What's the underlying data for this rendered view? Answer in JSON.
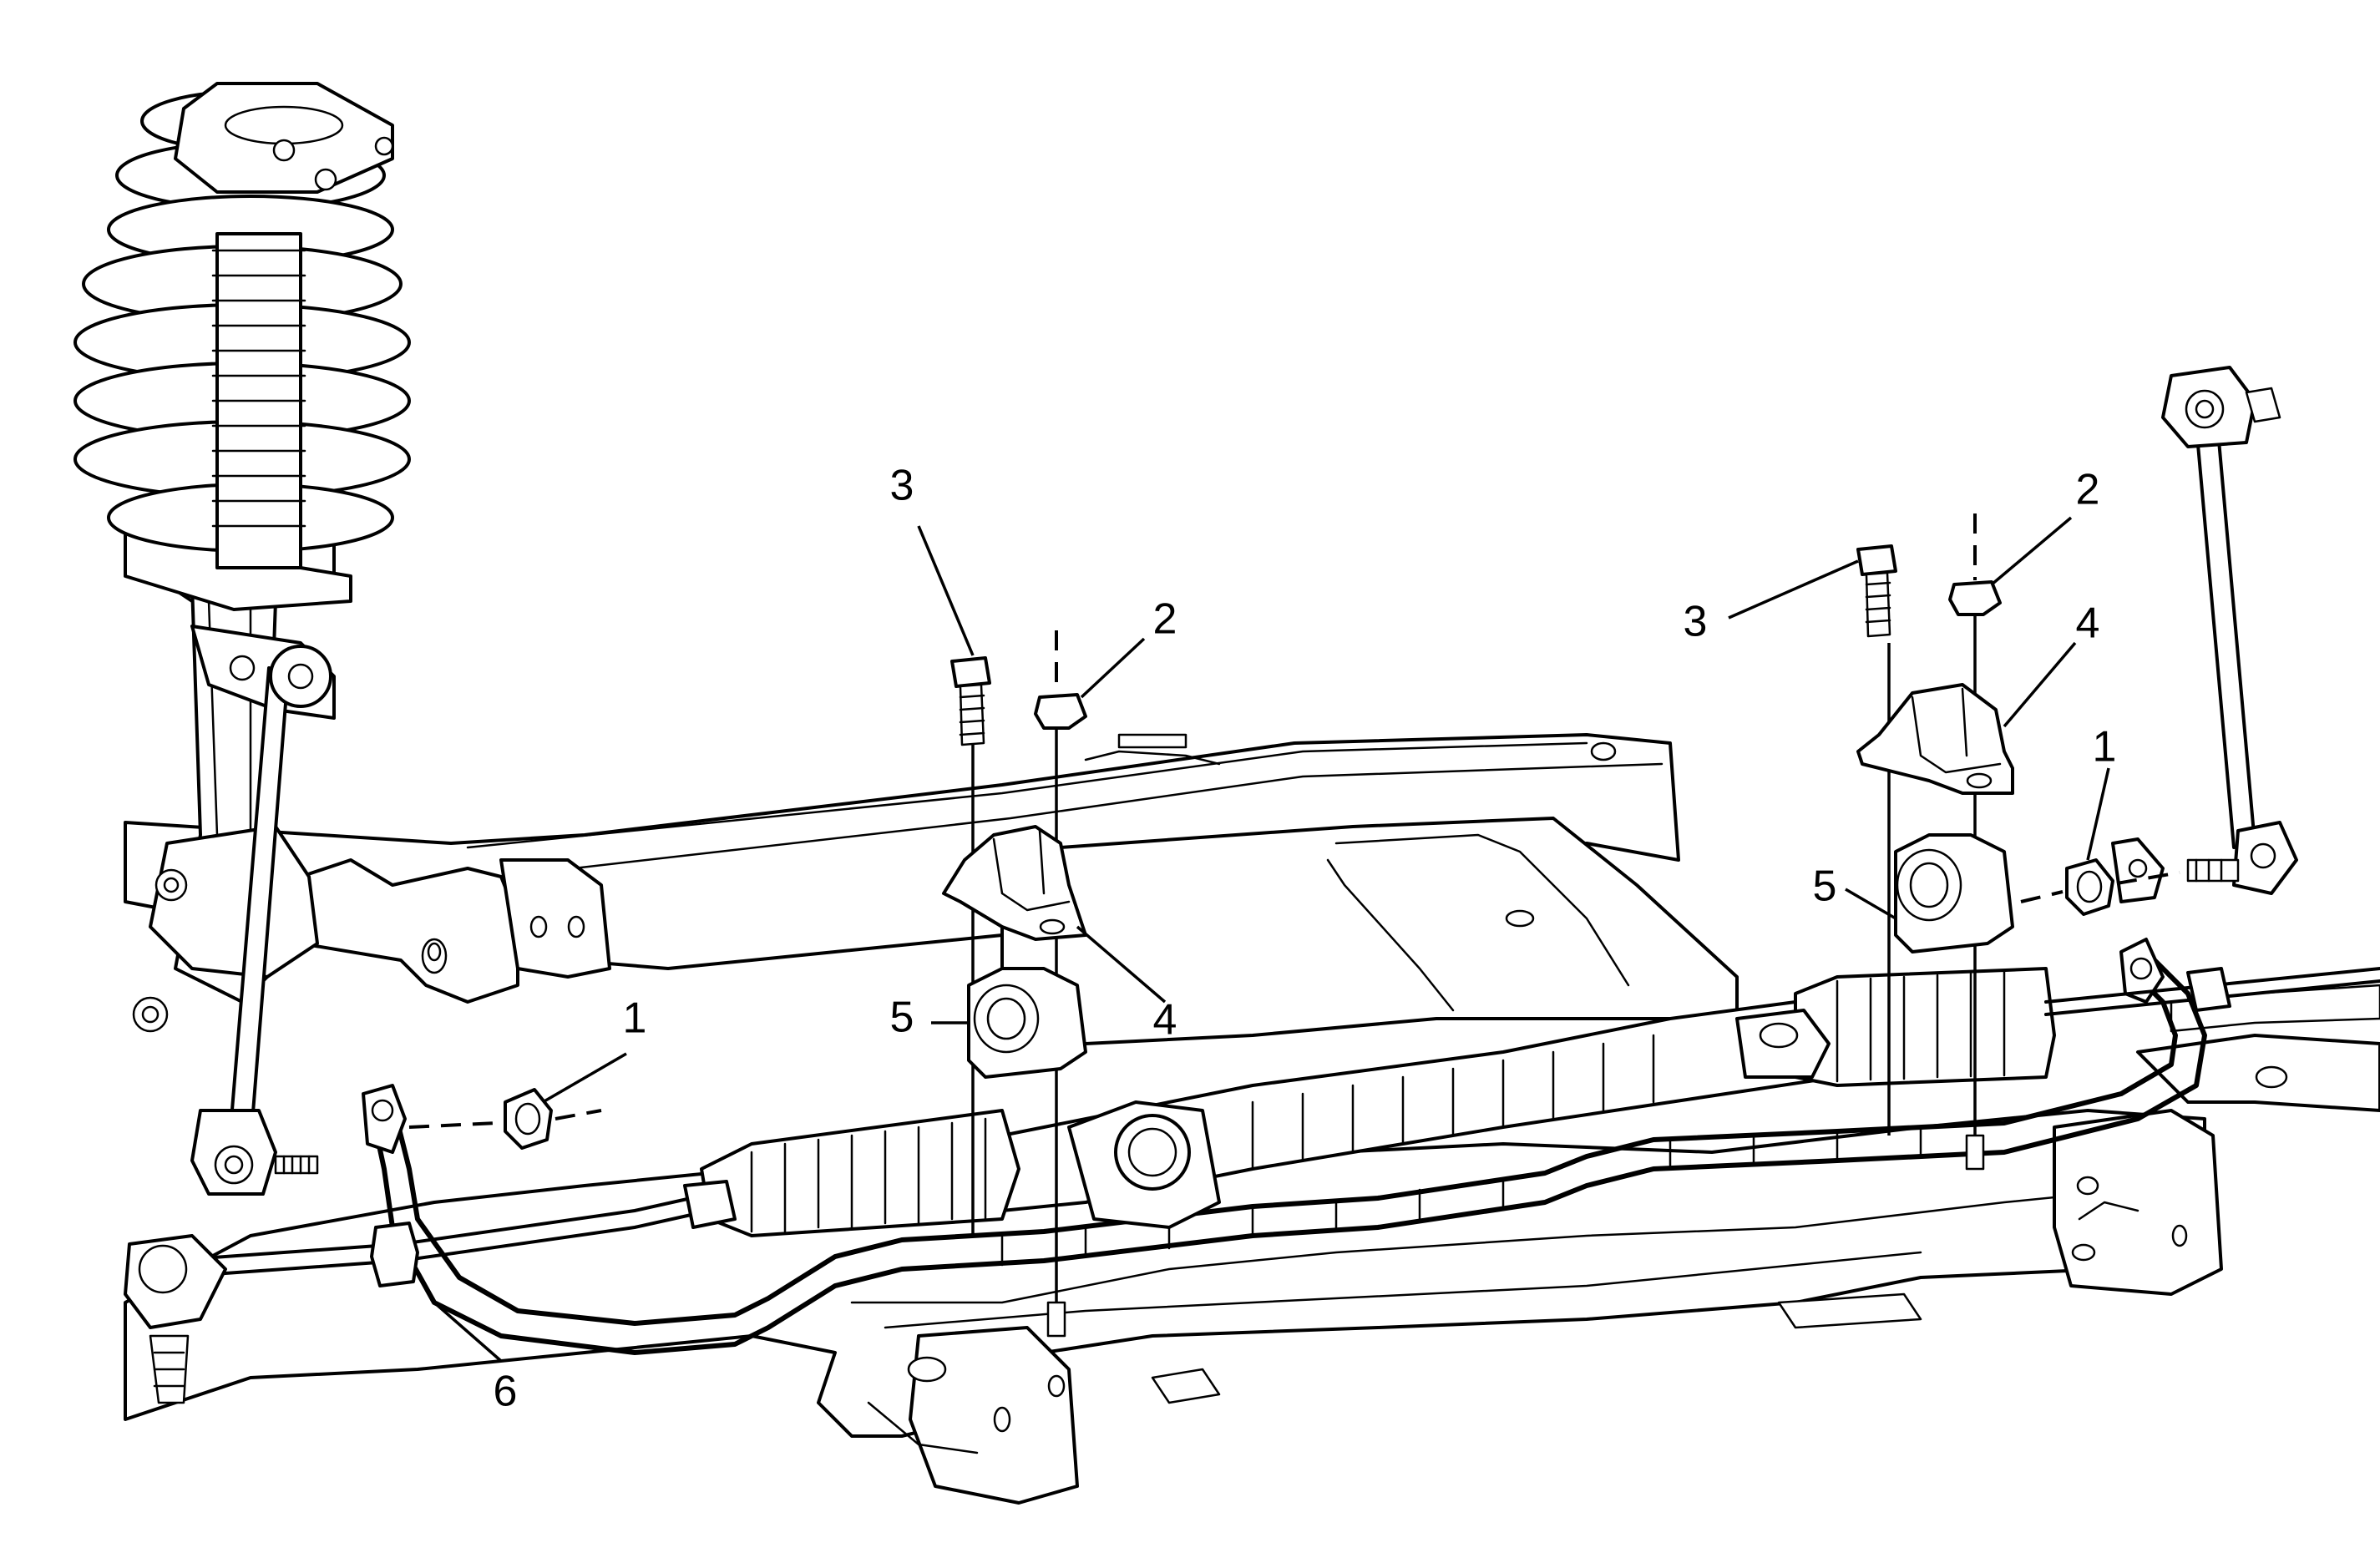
{
  "diagram": {
    "callouts": [
      {
        "id": "left-1",
        "label": "1"
      },
      {
        "id": "left-2",
        "label": "2"
      },
      {
        "id": "left-3",
        "label": "3"
      },
      {
        "id": "left-4",
        "label": "4"
      },
      {
        "id": "left-5",
        "label": "5"
      },
      {
        "id": "left-6",
        "label": "6"
      },
      {
        "id": "right-1",
        "label": "1"
      },
      {
        "id": "right-2",
        "label": "2"
      },
      {
        "id": "right-3",
        "label": "3"
      },
      {
        "id": "right-4",
        "label": "4"
      },
      {
        "id": "right-5",
        "label": "5"
      }
    ],
    "colors": {
      "ink": "#000000",
      "background": "#ffffff"
    }
  }
}
